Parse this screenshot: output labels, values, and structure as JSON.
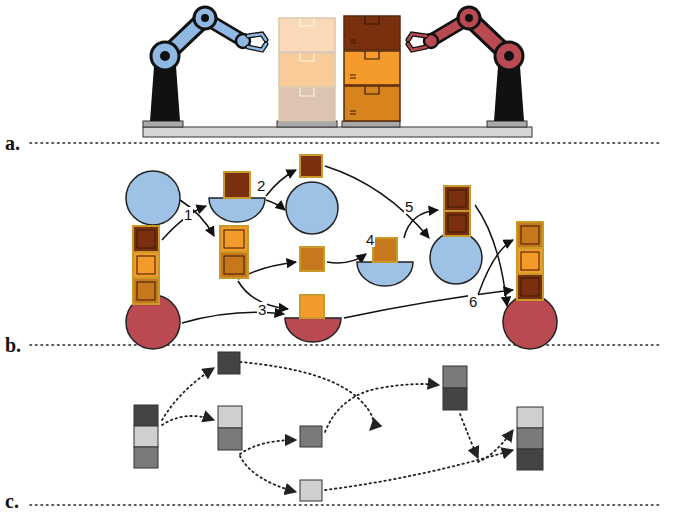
{
  "diagram": {
    "labels": [
      "a.",
      "1",
      "2",
      "3",
      "4",
      "5",
      "6",
      "b.",
      "c."
    ]
  }
}
